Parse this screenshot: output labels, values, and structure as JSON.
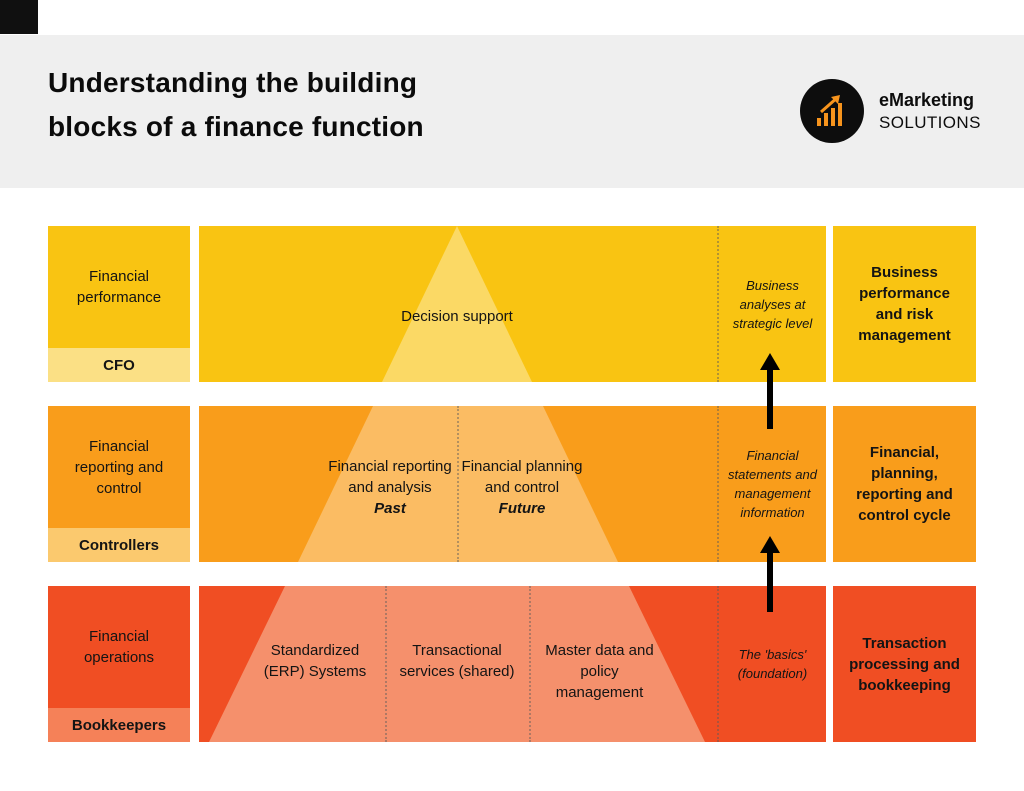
{
  "header": {
    "title_lines": [
      "Understanding the building",
      "blocks of a finance function"
    ],
    "logo": {
      "brand": "eMarketing",
      "brand_sub": "SOLUTIONS",
      "icon": "bar-chart-growth-icon",
      "accent_color": "#F7941D"
    }
  },
  "diagram": {
    "rows": [
      {
        "left": {
          "label": "Financial performance",
          "role": "CFO"
        },
        "pyramid": {
          "text": "Decision support"
        },
        "annotation": "Business analyses at strategic level",
        "right": "Business performance and risk management",
        "colors": {
          "base": "#F9C412",
          "slice": "#FBD965",
          "band": "#FBE085"
        }
      },
      {
        "left": {
          "label": "Financial reporting and control",
          "role": "Controllers"
        },
        "pyramid": {
          "items": [
            {
              "label": "Financial reporting and analysis",
              "emphasis": "Past"
            },
            {
              "label": "Financial planning and control",
              "emphasis": "Future"
            }
          ]
        },
        "annotation": "Financial statements and management information",
        "right": "Financial, planning, reporting and control cycle",
        "colors": {
          "base": "#F99D1B",
          "slice": "#FBBC63",
          "band": "#FBC96E"
        }
      },
      {
        "left": {
          "label": "Financial operations",
          "role": "Bookkeepers"
        },
        "pyramid": {
          "items": [
            {
              "label": "Standardized (ERP) Systems"
            },
            {
              "label": "Transactional services (shared)"
            },
            {
              "label": "Master data and policy management"
            }
          ]
        },
        "annotation": "The 'basics' (foundation)",
        "right": "Transaction processing and bookkeeping",
        "colors": {
          "base": "#F04E23",
          "slice": "#F5906C",
          "band": "#F58158"
        }
      }
    ]
  }
}
